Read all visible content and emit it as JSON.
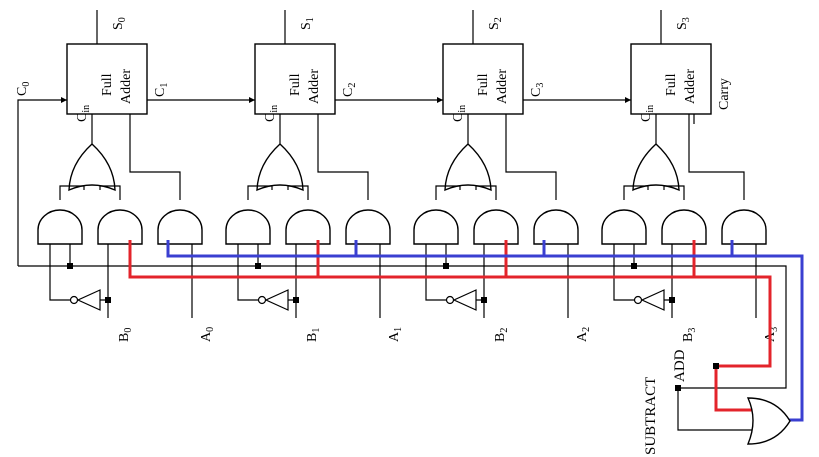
{
  "colors": {
    "wire": "#000000",
    "red_line": "#e3242b",
    "blue_line": "#3a3fd1",
    "junction": "#000000",
    "background": "#ffffff"
  },
  "icons": [
    "full-adder-block-icon",
    "and-gate-icon",
    "or-gate-icon",
    "not-gate-icon",
    "junction-dot-icon"
  ],
  "carry_in": "C",
  "carry_in_sub": "0",
  "stages": [
    {
      "sum": "S",
      "sum_sub": "0",
      "adder_line1": "Full",
      "adder_line2": "Adder",
      "cin": "C",
      "cin_sub": "in",
      "carry_out": "C",
      "carry_out_sub": "1",
      "b": "B",
      "b_sub": "0",
      "a": "A",
      "a_sub": "0"
    },
    {
      "sum": "S",
      "sum_sub": "1",
      "adder_line1": "Full",
      "adder_line2": "Adder",
      "cin": "C",
      "cin_sub": "in",
      "carry_out": "C",
      "carry_out_sub": "2",
      "b": "B",
      "b_sub": "1",
      "a": "A",
      "a_sub": "1"
    },
    {
      "sum": "S",
      "sum_sub": "2",
      "adder_line1": "Full",
      "adder_line2": "Adder",
      "cin": "C",
      "cin_sub": "in",
      "carry_out": "C",
      "carry_out_sub": "3",
      "b": "B",
      "b_sub": "2",
      "a": "A",
      "a_sub": "2"
    },
    {
      "sum": "S",
      "sum_sub": "3",
      "adder_line1": "Full",
      "adder_line2": "Adder",
      "cin": "C",
      "cin_sub": "in",
      "carry_out": "Carry",
      "carry_out_sub": "",
      "b": "B",
      "b_sub": "3",
      "a": "A",
      "a_sub": "3"
    }
  ],
  "control": {
    "add": "ADD",
    "subtract": "SUBTRACT"
  }
}
